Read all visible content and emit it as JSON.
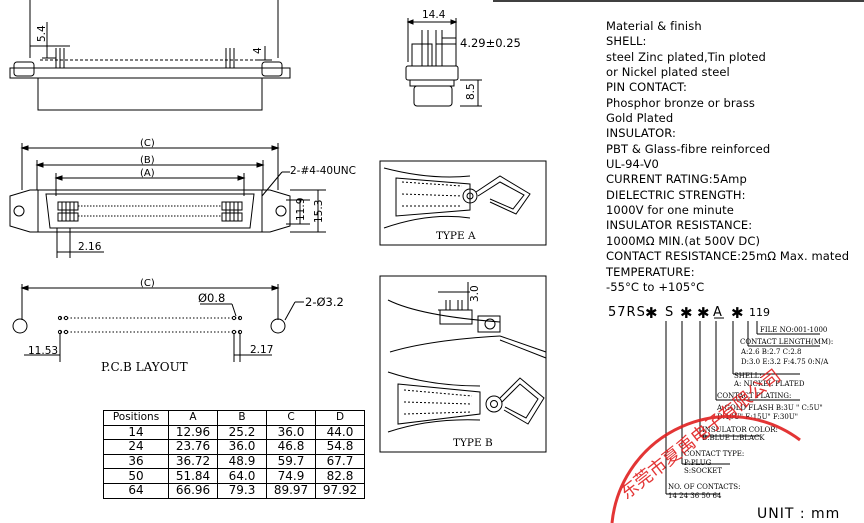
{
  "front_view": {
    "dim_width": "14.4",
    "dim_spacing": "4.29±0.25",
    "dim_height": "8.5"
  },
  "side_view": {
    "dim_top": "5.4",
    "dim_pin": "4"
  },
  "main_view": {
    "dim_c": "(C)",
    "dim_b": "(B)",
    "dim_a": "(A)",
    "dim_thread": "2-#4-40UNC",
    "dim_11_9": "11.9",
    "dim_15_3": "15.3",
    "dim_2_16": "2.16"
  },
  "pcb_layout": {
    "title": "P.C.B LAYOUT",
    "dim_c": "(C)",
    "dim_hole": "Ø0.8",
    "dim_mount": "2-Ø3.2",
    "dim_11_53": "11.53",
    "dim_2_17": "2.17"
  },
  "type_a": {
    "label": "TYPE A"
  },
  "type_b": {
    "label": "TYPE B",
    "dim": "3.0"
  },
  "spec": {
    "lines": [
      "Material & finish",
      "SHELL:",
      "steel Zinc plated,Tin ploted",
      "or Nickel plated steel",
      "PIN CONTACT:",
      "Phosphor bronze or brass",
      "Gold Plated",
      "INSULATOR:",
      "PBT & Glass-fibre reinforced",
      "UL-94-V0",
      "CURRENT RATING:5Amp",
      "DIELECTRIC STRENGTH:",
      "1000V for one minute",
      "INSULATOR RESISTANCE:",
      "1000MΩ MIN.(at 500V DC)",
      "CONTACT RESISTANCE:25mΩ Max. mated",
      "TEMPERATURE:",
      "-55°C to +105°C"
    ]
  },
  "part_number": {
    "code": "57RS",
    "seg_s": "S",
    "seg_a": "A",
    "suffix": "119",
    "file_no": "FILE NO:001-1000",
    "contact_length_title": "CONTACT LENGTH(MM):",
    "contact_length_1": "A:2.6    B:2.7    C:2.8",
    "contact_length_2": "D:3.0    E:3.2    F:4.75   0:N/A",
    "shell_title": "SHELL:",
    "shell_1": "A: NICKEL PLATED",
    "plating_title": "CONTACT PLATING:",
    "plating_1": "A:GOLD FLASH   B:3U \" C:5U\"",
    "plating_2": "D:10U\" E:15U\" F:30U\"",
    "insulator_title": "INSULATOR COLOR:",
    "insulator_1": "B:BLUE   L:BLACK",
    "type_title": "CONTACT TYPE:",
    "type_1": "P:PLUG",
    "type_2": "S:SOCKET",
    "contacts_title": "NO. OF CONTACTS:",
    "contacts_1": "14  24  36  50  64"
  },
  "positions_table": {
    "headers": [
      "Positions",
      "A",
      "B",
      "C",
      "D"
    ],
    "rows": [
      [
        "14",
        "12.96",
        "25.2",
        "36.0",
        "44.0"
      ],
      [
        "24",
        "23.76",
        "36.0",
        "46.8",
        "54.8"
      ],
      [
        "36",
        "36.72",
        "48.9",
        "59.7",
        "67.7"
      ],
      [
        "50",
        "51.84",
        "64.0",
        "74.9",
        "82.8"
      ],
      [
        "64",
        "66.96",
        "79.3",
        "89.97",
        "97.92"
      ]
    ]
  },
  "stamp": {
    "text": "东莞市夏禹电子有限公司",
    "color": "#e02020"
  },
  "unit": "UNIT : mm"
}
